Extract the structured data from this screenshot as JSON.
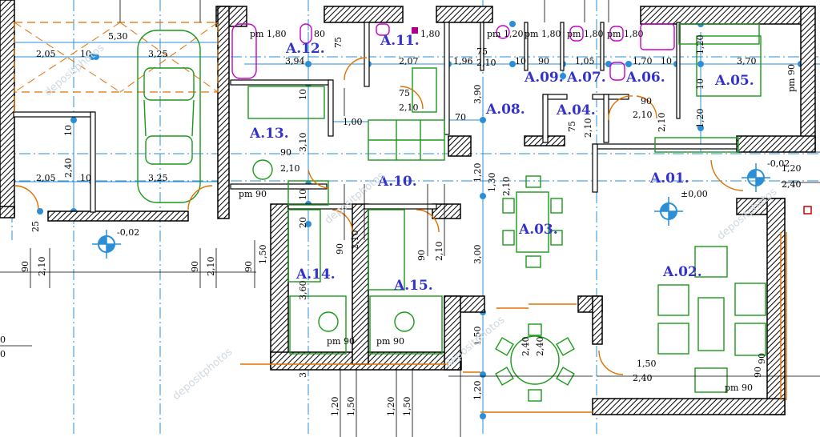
{
  "rooms": {
    "a01": "A.01.",
    "a02": "A.02.",
    "a03": "A.03.",
    "a04": "A.04.",
    "a05": "A.05.",
    "a06": "A.06.",
    "a07": "A.07.",
    "a08": "A.08.",
    "a09": "A.09.",
    "a10": "A.10.",
    "a11": "A.11.",
    "a12": "A.12.",
    "a13": "A.13.",
    "a14": "A.14.",
    "a15": "A.15."
  },
  "levels": {
    "garage": "-0,02",
    "entry": "-0,02",
    "living": "±0,00"
  },
  "parapets": {
    "a12": "pm 1,80",
    "a12b": "80",
    "a11": "1,80",
    "a09": "pm 1,20",
    "a09b": "pm 1,80",
    "a07": "pm 1,80",
    "a06": "pm 1,80",
    "a13": "pm 90",
    "a14": "pm 90",
    "a15": "pm 90",
    "a02": "pm 90",
    "a05": "pm 90"
  },
  "dims": {
    "garage_total": "5,30",
    "garage_left": "2,05",
    "garage_mid": "10",
    "garage_right": "3,25",
    "garage_left2": "2,05",
    "garage_mid2": "10",
    "garage_right2": "3,25",
    "garage_h": "2,40",
    "garage_h10": "10",
    "a12_w": "3,94",
    "a12_75": "75",
    "a11_w": "2,07",
    "a11_75": "75",
    "a11_210": "2,10",
    "w196": "1,96",
    "w75b": "75",
    "w210b": "2,10",
    "w10c": "10",
    "w90c": "90",
    "a07_w": "1,05",
    "a06_w": "1,70",
    "w10d": "10",
    "a05_w": "3,70",
    "a05_h": "1,20",
    "a05_h10": "10",
    "a05_120": "1,20",
    "a08_h": "3,90",
    "w70": "70",
    "w100": "1,00",
    "a04_75": "75",
    "a04_210": "2,10",
    "a06_90": "90",
    "a06_210": "2,10",
    "a06_210b": "2,10",
    "a13_310": "3,10",
    "a13_90": "90",
    "a13_210": "2,10",
    "a13_10": "10",
    "a10_120": "1,20",
    "a10_130": "1,30",
    "a10_210": "2,10",
    "a14_20": "20",
    "a14_10": "10",
    "a14_90": "90",
    "a14_210": "2,10",
    "a14_360": "3,60",
    "a15_90": "90",
    "a15_210": "2,10",
    "a03_300": "3,00",
    "a03_150": "1,50",
    "a03_120": "1,20",
    "a03_240a": "2,40",
    "a03_240b": "2,40",
    "a02_150": "1,50",
    "a02_240": "2,40",
    "e120": "1,20",
    "e240": "2,40",
    "r90a": "90",
    "r90b": "90",
    "left_90": "90",
    "left_210": "2,10",
    "left_90b": "90",
    "left_210b": "2,10",
    "left_90c": "90",
    "left_150": "1,50",
    "w25": "25",
    "b120a": "1,20",
    "b150a": "1,50",
    "b120b": "1,20",
    "b150b": "1,50",
    "edge0a": "0",
    "edge0b": "0",
    "a14_3": "3"
  },
  "watermark": "depositphotos"
}
